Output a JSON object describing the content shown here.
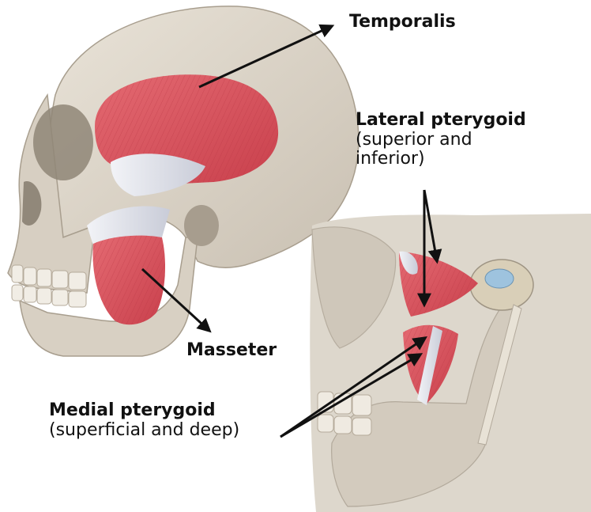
{
  "labels": {
    "temporalis": {
      "title": "Temporalis"
    },
    "lateral_pterygoid": {
      "title": "Lateral pterygoid",
      "sub_line1": "(superior and",
      "sub_line2": "inferior)"
    },
    "masseter": {
      "title": "Masseter"
    },
    "medial_pterygoid": {
      "title": "Medial pterygoid",
      "sub": "(superficial and deep)"
    }
  },
  "colors": {
    "bone": "#ddd6ca",
    "bone_shadow": "#b9b0a2",
    "muscle": "#d9525e",
    "muscle_light": "#ec8d93",
    "tendon": "#e8eaf0",
    "arrow": "#111111",
    "text": "#111111"
  }
}
